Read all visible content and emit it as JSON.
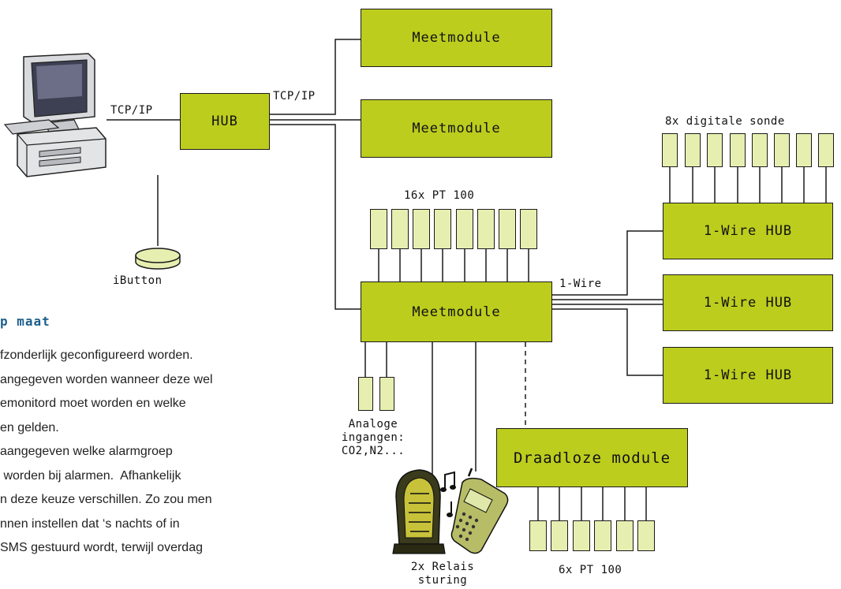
{
  "diagram": {
    "hub_label": "HUB",
    "tcpip_left": "TCP/IP",
    "tcpip_right": "TCP/IP",
    "meetmodule_label": "Meetmodule",
    "pt100_16_label": "16x PT 100",
    "digitale_sonde_label": "8x digitale sonde",
    "onewire_label": "1-Wire",
    "onewire_hub_label": "1-Wire HUB",
    "ibutton_label": "iButton",
    "analog_label_line1": "Analoge",
    "analog_label_line2": "ingangen:",
    "analog_label_line3": "CO2,N2...",
    "relais_label_line1": "2x Relais",
    "relais_label_line2": "sturing",
    "draadloze_label": "Draadloze module",
    "pt100_6_label": "6x PT 100"
  },
  "text_block": {
    "heading": "p maat",
    "lines": [
      "fzonderlijk geconfigureerd worden.",
      "angegeven worden wanneer deze wel",
      "emonitord moet worden en welke",
      "en gelden.",
      "aangegeven welke alarmgroep",
      " worden bij alarmen.  Afhankelijk",
      "n deze keuze verschillen. Zo zou men",
      "nnen instellen dat ‘s nachts of in",
      "SMS gestuurd wordt, terwijl overdag"
    ]
  },
  "colors": {
    "module_fill": "#bccd1e",
    "probe_fill": "#e7efb0",
    "line": "#1a1a1a",
    "heading": "#1d5f8c"
  }
}
